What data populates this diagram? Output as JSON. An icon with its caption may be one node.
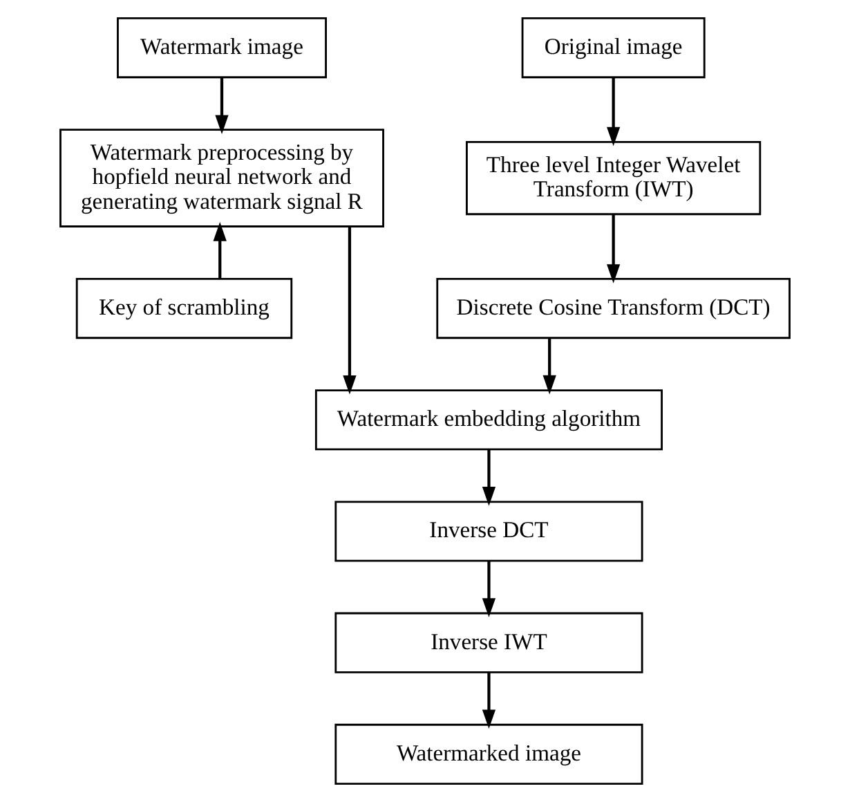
{
  "diagram": {
    "nodes": [
      {
        "text": [
          "Watermark image"
        ]
      },
      {
        "text": [
          "Original image"
        ]
      },
      {
        "text": [
          "Watermark preprocessing by hopfield neural network and generating watermark signal R"
        ]
      },
      {
        "text": [
          "Three level Integer Wavelet Transform (IWT)"
        ]
      },
      {
        "text": [
          "Key of scrambling"
        ]
      },
      {
        "text": [
          "Discrete Cosine Transform (DCT)"
        ]
      },
      {
        "text": [
          "Watermark embedding algorithm"
        ]
      },
      {
        "text": [
          "Inverse DCT"
        ]
      },
      {
        "text": [
          "Inverse IWT"
        ]
      },
      {
        "text": [
          "Watermarked image"
        ]
      }
    ],
    "edges": [
      {
        "from": 0,
        "to": 2,
        "arrow": "to"
      },
      {
        "from": 1,
        "to": 3,
        "arrow": "to"
      },
      {
        "from": 4,
        "to": 2,
        "arrow": "to"
      },
      {
        "from": 2,
        "to": 6,
        "arrow": "to"
      },
      {
        "from": 3,
        "to": 5,
        "arrow": "to"
      },
      {
        "from": 5,
        "to": 6,
        "arrow": "to"
      },
      {
        "from": 6,
        "to": 7,
        "arrow": "to"
      },
      {
        "from": 7,
        "to": 8,
        "arrow": "to"
      },
      {
        "from": 8,
        "to": 9,
        "arrow": "to"
      }
    ]
  }
}
